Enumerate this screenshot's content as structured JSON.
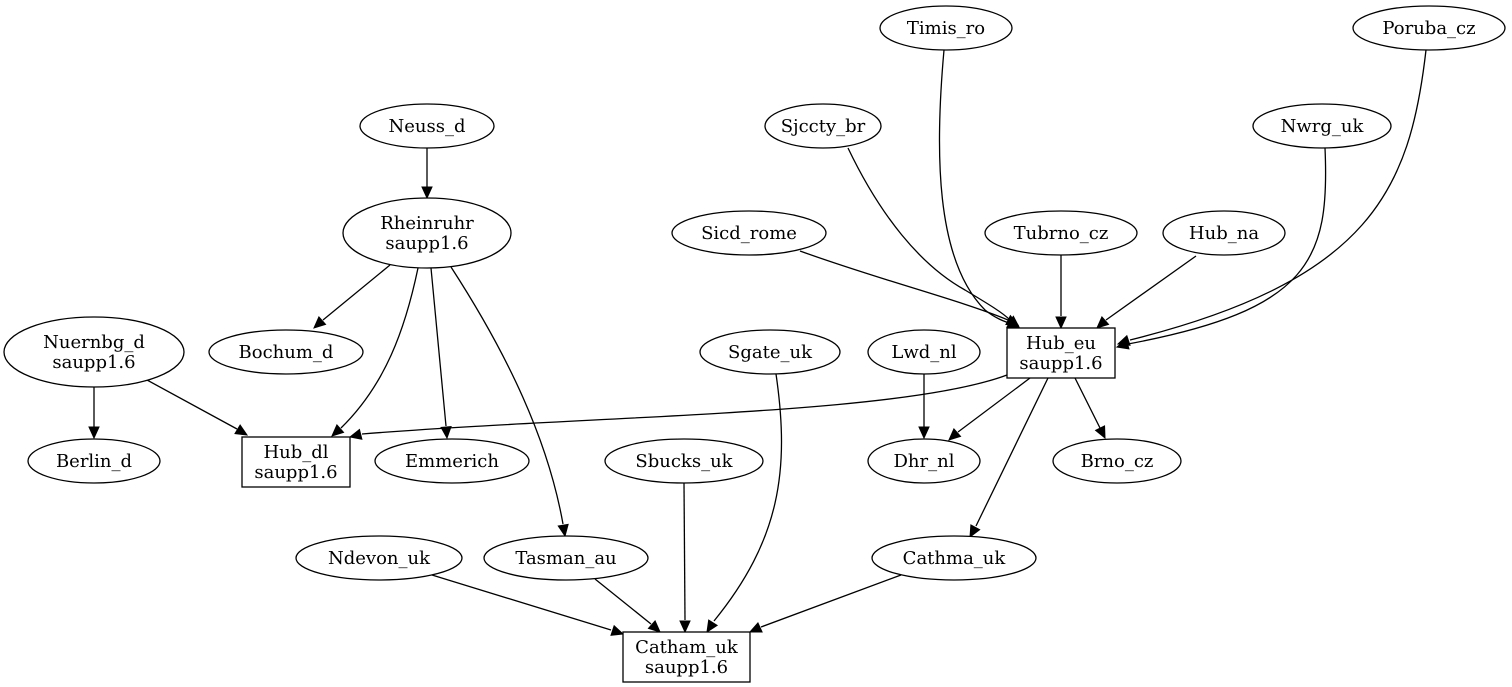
{
  "nodes": {
    "timis_ro": {
      "lines": [
        "Timis_ro"
      ],
      "shape": "ellipse"
    },
    "poruba_cz": {
      "lines": [
        "Poruba_cz"
      ],
      "shape": "ellipse"
    },
    "neuss_d": {
      "lines": [
        "Neuss_d"
      ],
      "shape": "ellipse"
    },
    "sjccty_br": {
      "lines": [
        "Sjccty_br"
      ],
      "shape": "ellipse"
    },
    "nwrg_uk": {
      "lines": [
        "Nwrg_uk"
      ],
      "shape": "ellipse"
    },
    "rheinruhr": {
      "lines": [
        "Rheinruhr",
        "saupp1.6"
      ],
      "shape": "ellipse"
    },
    "sicd_rome": {
      "lines": [
        "Sicd_rome"
      ],
      "shape": "ellipse"
    },
    "tubrno_cz": {
      "lines": [
        "Tubrno_cz"
      ],
      "shape": "ellipse"
    },
    "hub_na": {
      "lines": [
        "Hub_na"
      ],
      "shape": "ellipse"
    },
    "nuernbg_d": {
      "lines": [
        "Nuernbg_d",
        "saupp1.6"
      ],
      "shape": "ellipse"
    },
    "bochum_d": {
      "lines": [
        "Bochum_d"
      ],
      "shape": "ellipse"
    },
    "sgate_uk": {
      "lines": [
        "Sgate_uk"
      ],
      "shape": "ellipse"
    },
    "lwd_nl": {
      "lines": [
        "Lwd_nl"
      ],
      "shape": "ellipse"
    },
    "hub_eu": {
      "lines": [
        "Hub_eu",
        "saupp1.6"
      ],
      "shape": "box"
    },
    "berlin_d": {
      "lines": [
        "Berlin_d"
      ],
      "shape": "ellipse"
    },
    "hub_dl": {
      "lines": [
        "Hub_dl",
        "saupp1.6"
      ],
      "shape": "box"
    },
    "emmerich": {
      "lines": [
        "Emmerich"
      ],
      "shape": "ellipse"
    },
    "sbucks_uk": {
      "lines": [
        "Sbucks_uk"
      ],
      "shape": "ellipse"
    },
    "dhr_nl": {
      "lines": [
        "Dhr_nl"
      ],
      "shape": "ellipse"
    },
    "brno_cz": {
      "lines": [
        "Brno_cz"
      ],
      "shape": "ellipse"
    },
    "ndevon_uk": {
      "lines": [
        "Ndevon_uk"
      ],
      "shape": "ellipse"
    },
    "tasman_au": {
      "lines": [
        "Tasman_au"
      ],
      "shape": "ellipse"
    },
    "cathma_uk": {
      "lines": [
        "Cathma_uk"
      ],
      "shape": "ellipse"
    },
    "catham_uk": {
      "lines": [
        "Catham_uk",
        "saupp1.6"
      ],
      "shape": "box"
    }
  },
  "edges": [
    {
      "from": "neuss_d",
      "to": "rheinruhr"
    },
    {
      "from": "rheinruhr",
      "to": "bochum_d"
    },
    {
      "from": "rheinruhr",
      "to": "hub_dl"
    },
    {
      "from": "rheinruhr",
      "to": "emmerich"
    },
    {
      "from": "rheinruhr",
      "to": "tasman_au"
    },
    {
      "from": "nuernbg_d",
      "to": "berlin_d"
    },
    {
      "from": "nuernbg_d",
      "to": "hub_dl"
    },
    {
      "from": "timis_ro",
      "to": "hub_eu"
    },
    {
      "from": "poruba_cz",
      "to": "hub_eu"
    },
    {
      "from": "sjccty_br",
      "to": "hub_eu"
    },
    {
      "from": "nwrg_uk",
      "to": "hub_eu"
    },
    {
      "from": "sicd_rome",
      "to": "hub_eu"
    },
    {
      "from": "tubrno_cz",
      "to": "hub_eu"
    },
    {
      "from": "hub_na",
      "to": "hub_eu"
    },
    {
      "from": "hub_eu",
      "to": "hub_dl"
    },
    {
      "from": "hub_eu",
      "to": "dhr_nl"
    },
    {
      "from": "hub_eu",
      "to": "brno_cz"
    },
    {
      "from": "hub_eu",
      "to": "cathma_uk"
    },
    {
      "from": "lwd_nl",
      "to": "dhr_nl"
    },
    {
      "from": "sgate_uk",
      "to": "catham_uk"
    },
    {
      "from": "sbucks_uk",
      "to": "catham_uk"
    },
    {
      "from": "ndevon_uk",
      "to": "catham_uk"
    },
    {
      "from": "tasman_au",
      "to": "catham_uk"
    },
    {
      "from": "cathma_uk",
      "to": "catham_uk"
    }
  ]
}
